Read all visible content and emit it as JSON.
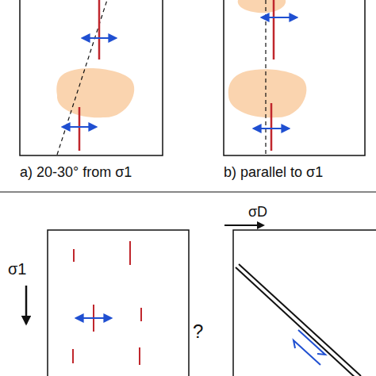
{
  "diagram": {
    "labels": [
      "a) 20-30° from σ1",
      "b) parallel to σ1",
      "σD",
      "σ1",
      "?"
    ]
  }
}
